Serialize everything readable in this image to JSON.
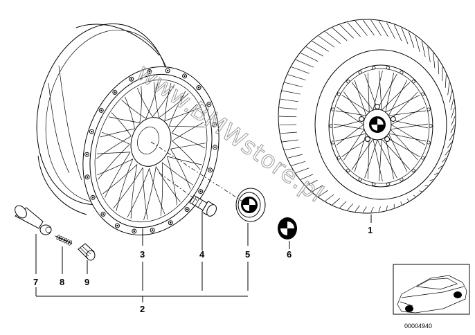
{
  "watermark": "www.BMWstore.pl",
  "drawing_number": "00004940",
  "callouts": [
    {
      "id": "1",
      "part": "complete-wheel-tyre"
    },
    {
      "id": "2",
      "part": "light-alloy-rim-assembly"
    },
    {
      "id": "3",
      "part": "rim"
    },
    {
      "id": "4",
      "part": "wheel-bolt"
    },
    {
      "id": "5",
      "part": "hub-cap"
    },
    {
      "id": "6",
      "part": "emblem"
    },
    {
      "id": "7",
      "part": "valve"
    },
    {
      "id": "8",
      "part": "valve-insert"
    },
    {
      "id": "9",
      "part": "valve-cap"
    }
  ]
}
